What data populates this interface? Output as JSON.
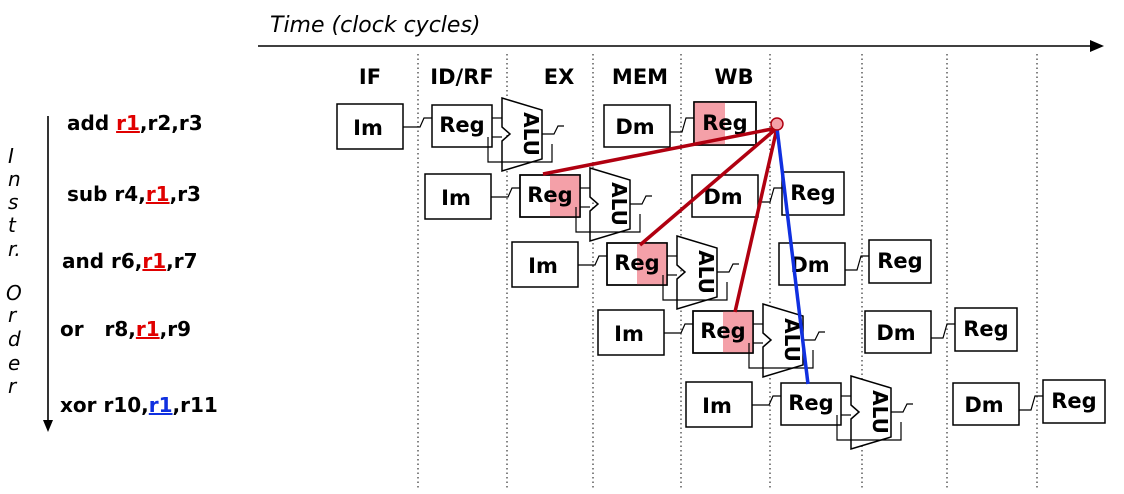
{
  "time_axis": {
    "label": "Time (clock cycles)"
  },
  "stages": [
    "IF",
    "ID/RF",
    "EX",
    "MEM",
    "WB"
  ],
  "order_label": [
    "I",
    "n",
    "s",
    "t",
    "r.",
    "O",
    "r",
    "d",
    "e",
    "r"
  ],
  "instructions": [
    {
      "pre": "add ",
      "reg": "r1",
      "post": ",r2,r3",
      "reg_color": "#e00000"
    },
    {
      "pre": "sub r4,",
      "reg": "r1",
      "post": ",r3",
      "reg_color": "#e00000"
    },
    {
      "pre": "and r6,",
      "reg": "r1",
      "post": ",r7",
      "reg_color": "#e00000"
    },
    {
      "pre": "or   r8,",
      "reg": "r1",
      "post": ",r9",
      "reg_color": "#e00000"
    },
    {
      "pre": "xor r10,",
      "reg": "r1",
      "post": ",r11",
      "reg_color": "#1030e0"
    }
  ],
  "pipeline_labels": {
    "im": "Im",
    "reg": "Reg",
    "alu": "ALU",
    "dm": "Dm"
  },
  "colors": {
    "hazard_red": "#b00010",
    "forward_blue": "#1030e0",
    "highlight": "#f4a0a8"
  }
}
